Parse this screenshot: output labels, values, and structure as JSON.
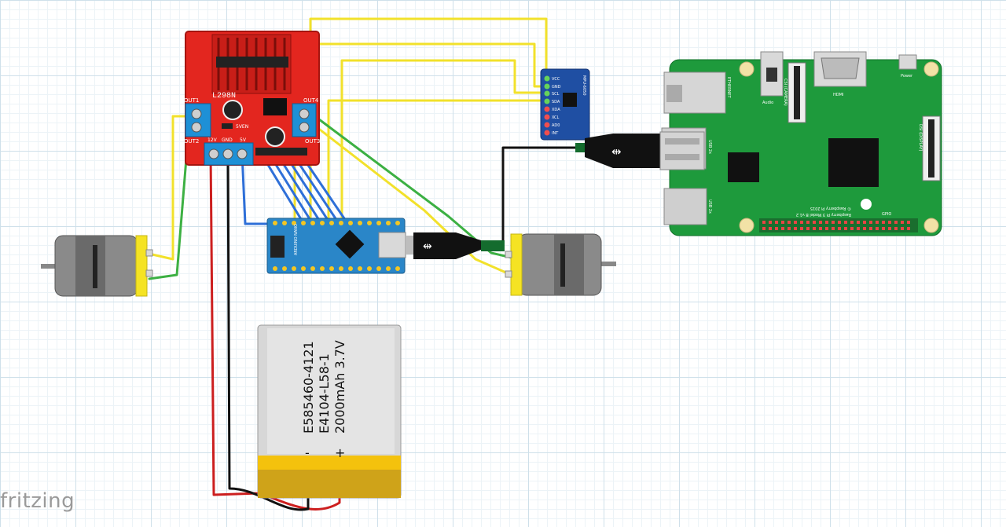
{
  "app": {
    "brand": "fritzing"
  },
  "driver": {
    "name": "L298N",
    "out1": "OUT1",
    "out2": "OUT2",
    "out3": "OUT3",
    "out4": "OUT4",
    "v12": "12V",
    "gnd": "GND",
    "v5": "5V",
    "en5v": "5VEN"
  },
  "imu": {
    "model": "MPU-6050",
    "pins": [
      "VCC",
      "GND",
      "SCL",
      "SDA",
      "XDA",
      "XCL",
      "AD0",
      "INT"
    ]
  },
  "nano": {
    "model": "ARDUINO NANO"
  },
  "pi": {
    "ethernet": "ETHERNET",
    "camera": "CSI (CAMERA)",
    "audio": "Audio",
    "hdmi": "HDMI",
    "power": "Power",
    "usb": "USB 2x",
    "display": "DSI (DISPLAY)",
    "model_line": "Raspberry Pi 3 Model B v1.2",
    "copyright": "© Raspberry Pi 2015",
    "gpio": "GPIO"
  },
  "battery": {
    "line1": "E585460-4121",
    "line2": "E4104-L58-1",
    "line3": "2000mAh 3.7V",
    "minus": "-",
    "plus": "+"
  },
  "colors": {
    "driver_red": "#e3261f",
    "terminal_blue": "#1e90d6",
    "nano_blue": "#2a86c8",
    "imu_blue": "#1f4fa3",
    "pi_green": "#1e9a3c",
    "wire_yellow": "#f2e12b",
    "wire_green": "#3cb043",
    "wire_blue": "#2e6fd8",
    "wire_red": "#cc1f1f",
    "wire_black": "#111111",
    "battery_yellow": "#f4c20d"
  }
}
